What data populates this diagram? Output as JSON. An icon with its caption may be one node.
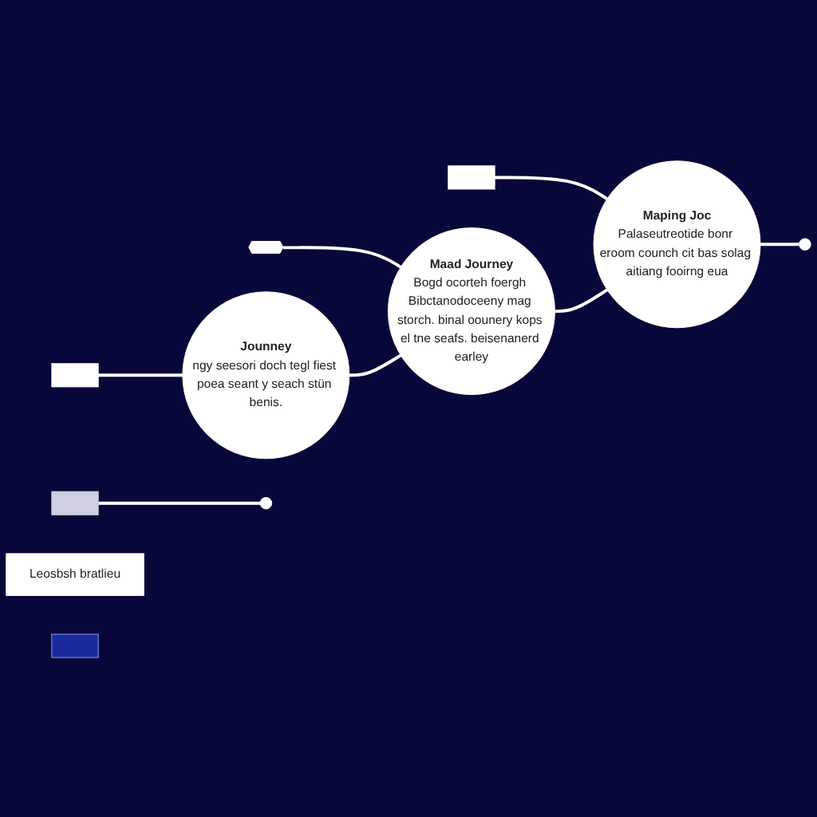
{
  "diagram": {
    "nodes": [
      {
        "text": [
          "Jounney",
          "ngy seesori doch tegl fiest poea seant y seach stün benis."
        ]
      },
      {
        "text": [
          "Maad Journey",
          "Bogd ocorteh foergh Bibctanodoceeny mag storch. binal oounery kops el tne seafs. beisenanerd earley"
        ]
      },
      {
        "text": [
          "Maping Joc",
          "Palaseutreotide bonr eroom counch cit bas solag aitiang fooirng eua"
        ]
      },
      {
        "text": [],
        "shape": "box"
      },
      {
        "text": [],
        "shape": "pentagon"
      },
      {
        "text": [],
        "shape": "box"
      },
      {
        "text": [],
        "shape": "box"
      },
      {
        "text": [],
        "shape": "circle"
      },
      {
        "text": [],
        "shape": "circle"
      },
      {
        "text": [
          "Leosbsh bratlieu"
        ]
      },
      {
        "text": [],
        "shape": "box"
      }
    ],
    "edges": [
      {
        "from": 3,
        "to": 0,
        "arrow": "none"
      },
      {
        "from": 4,
        "to": 1,
        "arrow": "none"
      },
      {
        "from": 5,
        "to": 2,
        "arrow": "none"
      },
      {
        "from": 6,
        "to": 7,
        "arrow": "none"
      },
      {
        "from": 0,
        "to": 1,
        "arrow": "none"
      },
      {
        "from": 1,
        "to": 2,
        "arrow": "none"
      },
      {
        "from": 2,
        "to": 8,
        "arrow": "none"
      }
    ]
  }
}
